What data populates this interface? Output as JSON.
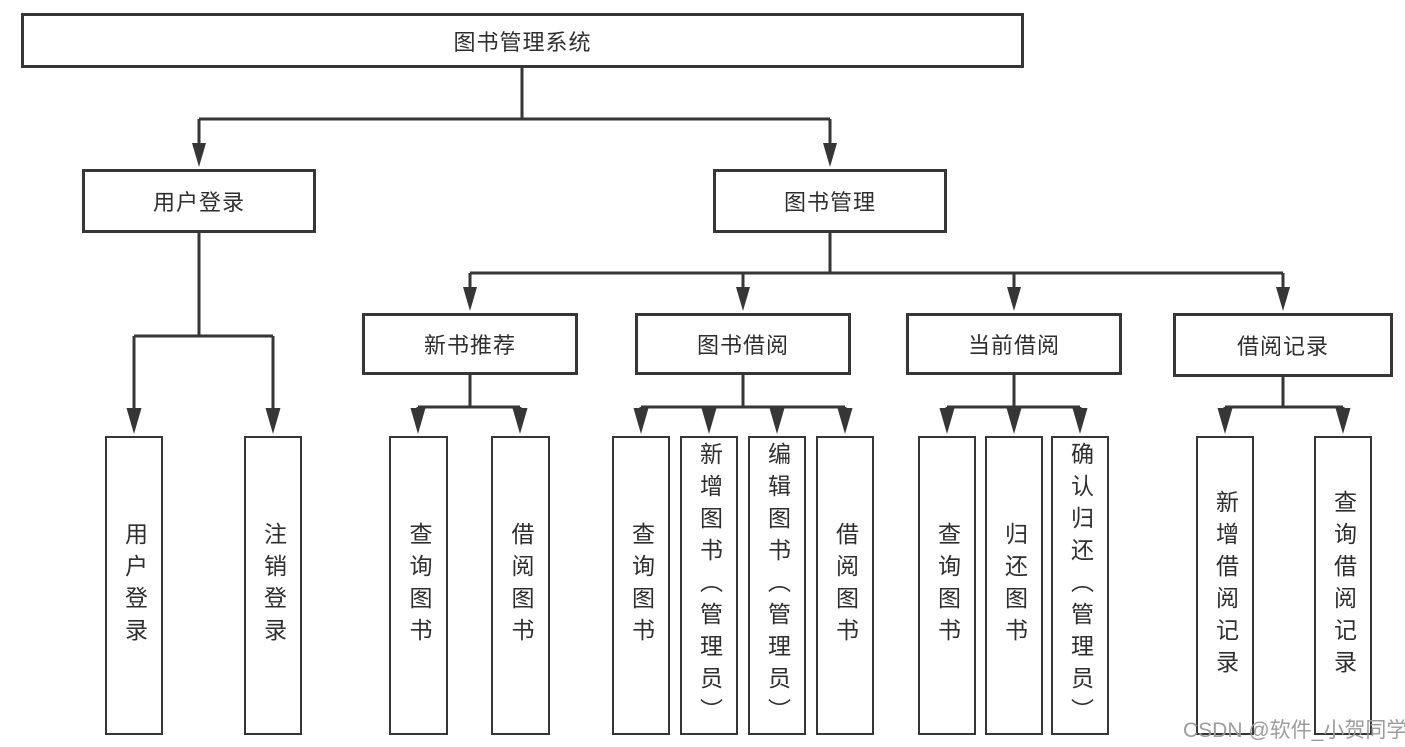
{
  "diagram_type": "hierarchy-tree",
  "tree": {
    "label": "图书管理系统",
    "children": [
      {
        "label": "用户登录",
        "children": [
          {
            "label": "用户登录"
          },
          {
            "label": "注销登录"
          }
        ]
      },
      {
        "label": "图书管理",
        "children": [
          {
            "label": "新书推荐",
            "children": [
              {
                "label": "查询图书"
              },
              {
                "label": "借阅图书"
              }
            ]
          },
          {
            "label": "图书借阅",
            "children": [
              {
                "label": "查询图书"
              },
              {
                "label": "新增图书（管理员）"
              },
              {
                "label": "编辑图书（管理员）"
              },
              {
                "label": "借阅图书"
              }
            ]
          },
          {
            "label": "当前借阅",
            "children": [
              {
                "label": "查询图书"
              },
              {
                "label": "归还图书"
              },
              {
                "label": "确认归还（管理员）"
              }
            ]
          },
          {
            "label": "借阅记录",
            "children": [
              {
                "label": "新增借阅记录"
              },
              {
                "label": "查询借阅记录"
              }
            ]
          }
        ]
      }
    ]
  },
  "watermark": {
    "text": "CSDN @软件_小贺同学"
  },
  "colors": {
    "line": "#363636",
    "box_border": "#363636",
    "box_fill": "#ffffff",
    "text": "#2e2e2e",
    "watermark": "#9c9c9c",
    "background": "#ffffff"
  }
}
